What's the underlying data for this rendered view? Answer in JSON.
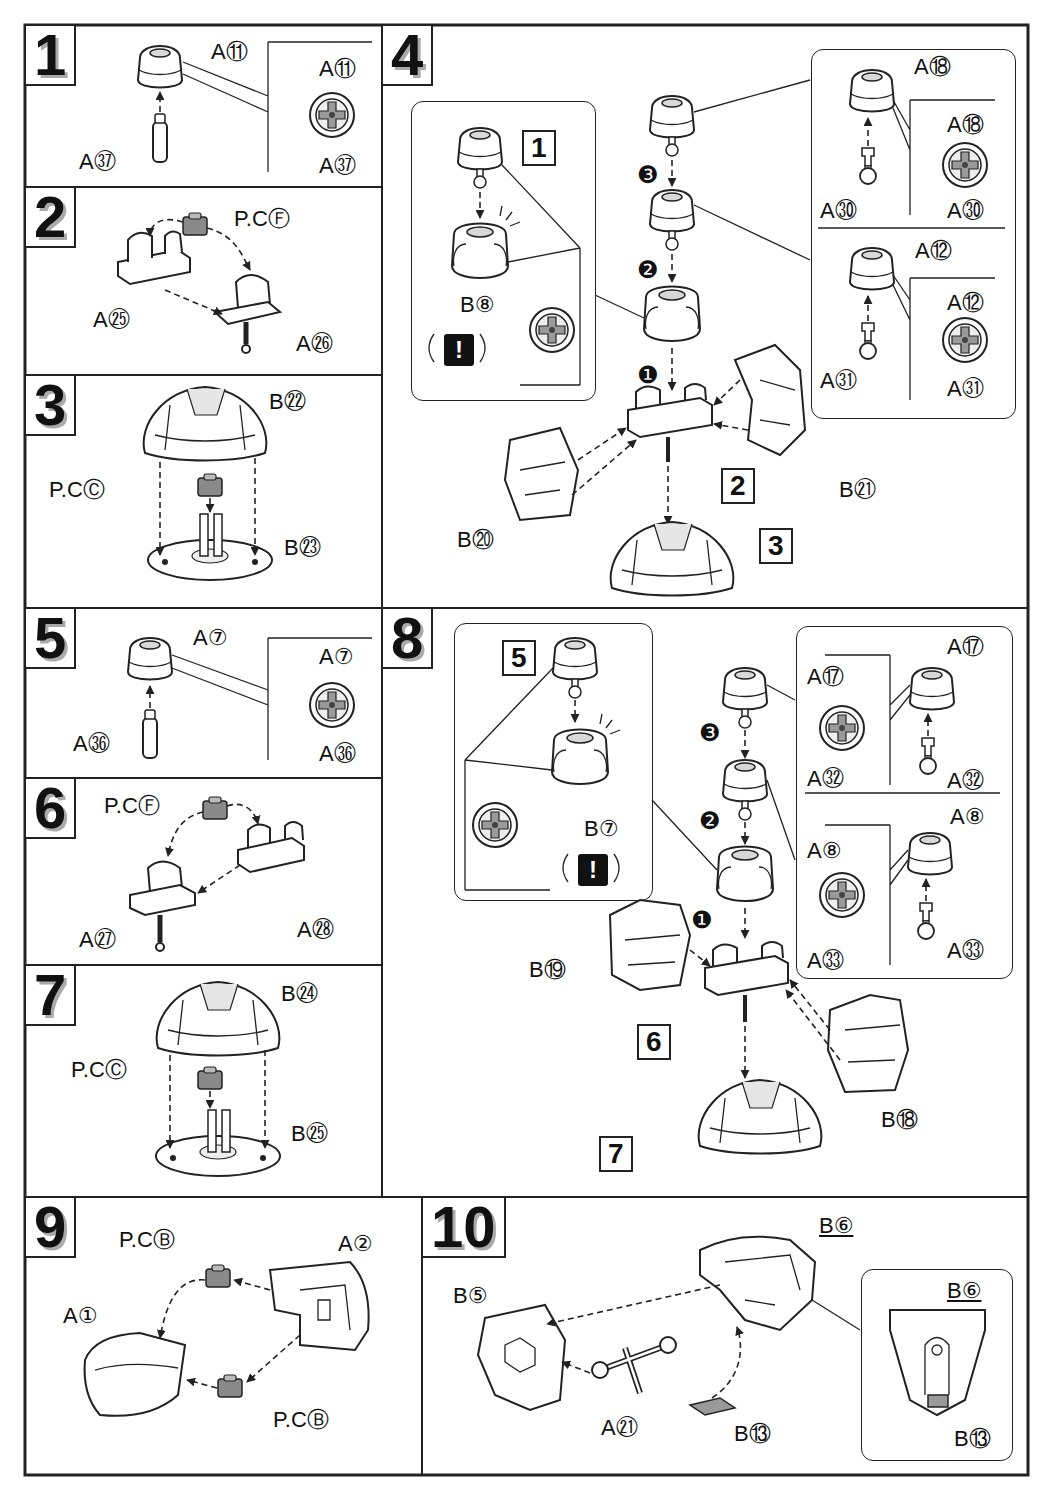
{
  "diagram": {
    "nodes": [
      {
        "text": [
          "1",
          "A⑪",
          "A⑪",
          "A㊲",
          "A㊲"
        ]
      },
      {
        "text": [
          "2",
          "P.CⒻ",
          "A㉕",
          "A㉖"
        ]
      },
      {
        "text": [
          "3",
          "B㉒",
          "P.CⒸ",
          "B㉓"
        ]
      },
      {
        "text": [
          "4",
          "❸",
          "❷",
          "❶",
          "B㉑",
          "B⑳"
        ]
      },
      {
        "text": [
          "B⑧",
          "!"
        ],
        "in": 3
      },
      {
        "text": [
          "1"
        ],
        "in": 4
      },
      {
        "text": [
          "A⑱",
          "A⑱",
          "A㉚",
          "A㉚",
          "A⑫",
          "A⑫",
          "A㉛",
          "A㉛"
        ],
        "in": 3
      },
      {
        "text": [
          "2"
        ],
        "in": 3
      },
      {
        "text": [
          "3"
        ],
        "in": 3
      },
      {
        "text": [
          "5",
          "A⑦",
          "A⑦",
          "A㊱",
          "A㊱"
        ]
      },
      {
        "text": [
          "6",
          "P.CⒻ",
          "A㉘",
          "A㉗"
        ]
      },
      {
        "text": [
          "7",
          "B㉔",
          "P.CⒸ",
          "B㉕"
        ]
      },
      {
        "text": [
          "8",
          "❸",
          "❷",
          "❶",
          "B⑲",
          "B⑱"
        ]
      },
      {
        "text": [
          "B⑦",
          "!"
        ],
        "in": 12
      },
      {
        "text": [
          "5"
        ],
        "in": 13
      },
      {
        "text": [
          "A⑰",
          "A⑰",
          "A㉜",
          "A㉜",
          "A⑧",
          "A⑧",
          "A㉝",
          "A㉝"
        ],
        "in": 12
      },
      {
        "text": [
          "6"
        ],
        "in": 12
      },
      {
        "text": [
          "7"
        ],
        "in": 12
      },
      {
        "text": [
          "9",
          "P.CⒷ",
          "A②",
          "A①",
          "P.CⒷ"
        ]
      },
      {
        "text": [
          "10",
          "B⑥",
          "B⑤",
          "A㉑",
          "B⑬"
        ]
      },
      {
        "text": [
          "B⑥",
          "B⑬"
        ],
        "in": 19
      }
    ]
  }
}
